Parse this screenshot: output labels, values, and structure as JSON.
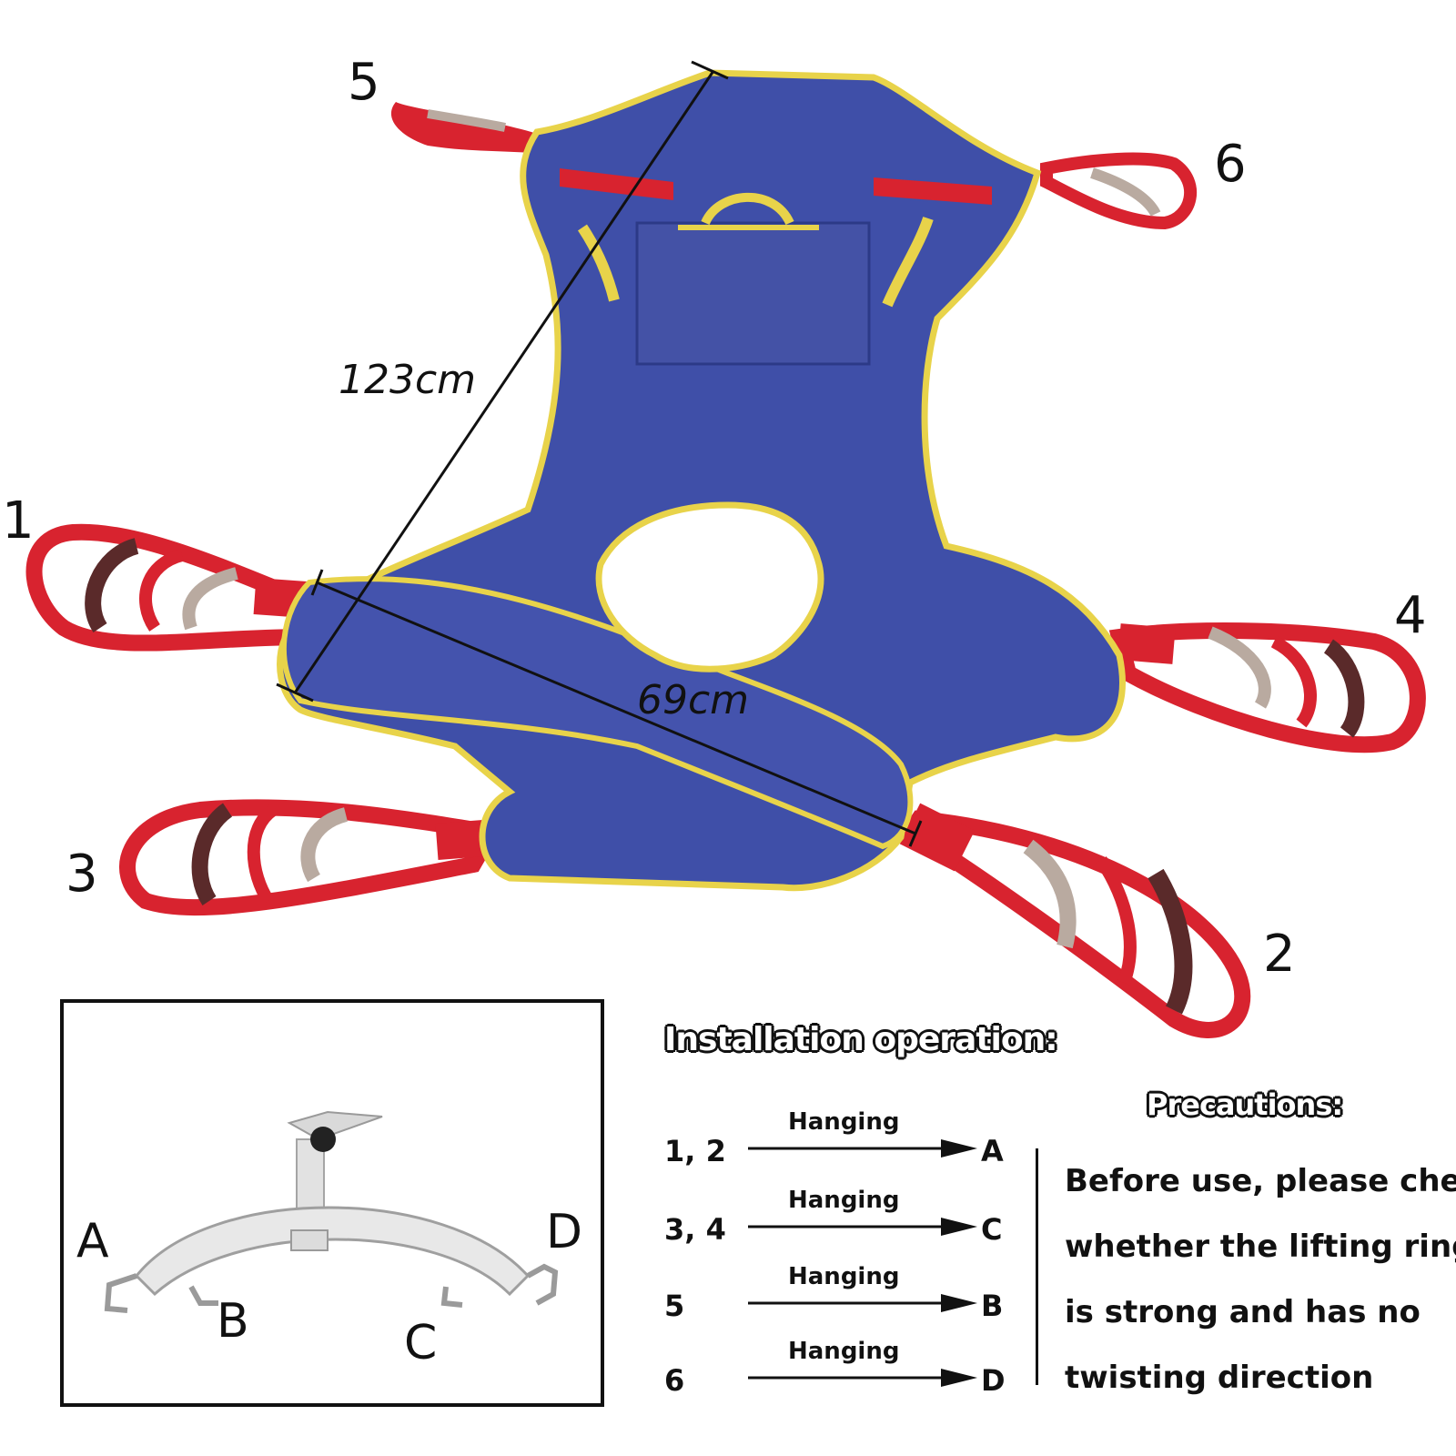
{
  "strap_labels": [
    "1",
    "2",
    "3",
    "4",
    "5",
    "6"
  ],
  "dimensions": {
    "diagonal": "123cm",
    "width": "69cm"
  },
  "hook_labels": {
    "a": "A",
    "b": "B",
    "c": "C",
    "d": "D"
  },
  "installation": {
    "title": "Installation operation:",
    "steps": [
      {
        "straps": "1, 2",
        "action": "Hanging",
        "hook": "A"
      },
      {
        "straps": "3, 4",
        "action": "Hanging",
        "hook": "C"
      },
      {
        "straps": "5",
        "action": "Hanging",
        "hook": "B"
      },
      {
        "straps": "6",
        "action": "Hanging",
        "hook": "D"
      }
    ]
  },
  "precautions": {
    "title": "Precautions:",
    "lines": [
      "Before use, please check",
      "whether the lifting ring",
      "is strong and has no",
      "twisting direction"
    ]
  },
  "colors": {
    "body": "#3f4fa8",
    "trim": "#e8d34a",
    "strap": "#d8232f",
    "strap_dark": "#5a2a2a",
    "strap_grey": "#b9aaa0"
  }
}
